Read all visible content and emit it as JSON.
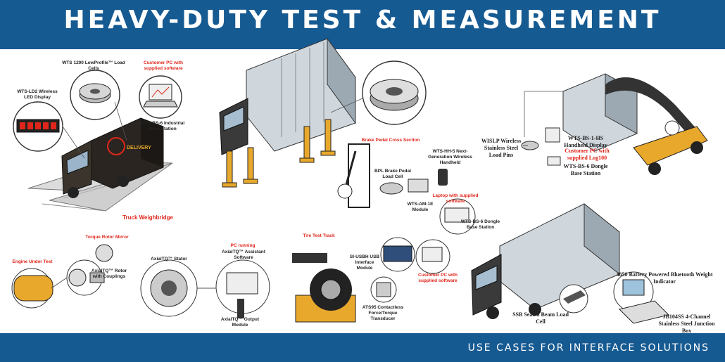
{
  "header": {
    "title": "HEAVY-DUTY TEST & MEASUREMENT"
  },
  "footer": {
    "subtitle": "USE CASES FOR INTERFACE SOLUTIONS"
  },
  "colors": {
    "brand_blue": "#165a92",
    "accent_red": "#e0261b",
    "accent_gold": "#e8a82c"
  },
  "labels": {
    "wts1200": "WTS 1200 LowProfile™ Load Cells",
    "customer_pc_supplied": "Customer PC with supplied software",
    "wts_ld2": "WTS-LD2 Wireless LED Display",
    "wts_bs6_industrial": "WTS-BS-6 Industrial Base Station",
    "truck_weighbridge": "Truck Weighbridge",
    "brake_cross_section": "Brake Pedal Cross Section",
    "bpl_brake": "BPL Brake Pedal Load Cell",
    "wts_hh5": "WTS-HH-5 Next-Generation Wireless Handheld",
    "wts_am1e": "WTS-AM-1E Module",
    "laptop_supplied": "Laptop with supplied software",
    "wts_bs6_dongle_1": "WTS-BS-6 Dongle Base Station",
    "wislp": "WISLP Wireless Stainless Steel Load Pins",
    "wts_bs1hs": "WTS-BS-1-HS Handheld Display",
    "customer_pc_log100": "Customer PC with supplied Log100",
    "wts_bs6_dongle_2": "WTS-BS-6 Dongle Base Station",
    "torque_rotor_mirror": "Torque Rotor Mirror",
    "engine_under_test": "Engine Under Test",
    "axialtq_rotor": "AxialTQ™ Rotor with Couplings",
    "axialtq_stator": "AxialTQ™ Stator",
    "pc_running": "PC running",
    "axialtq_assistant": "AxialTQ™ Assistant Software",
    "axialtq_output": "AxialTQ™ Output Module",
    "tire_test_track": "Tire Test Track",
    "si_usbh": "SI-USBH USB Interface Module",
    "customer_pc_2": "Customer PC with supplied software",
    "ats95": "ATS95 Contactless Force/Torque Transducer",
    "battery_4850": "4850 Battery Powered Bluetooth Weight Indicator",
    "ssb_sealed": "SSB Sealed Beam Load Cell",
    "jb104ss": "JB104SS 4-Channel Stainless Steel Junction Box",
    "delivery": "DELIVERY"
  }
}
